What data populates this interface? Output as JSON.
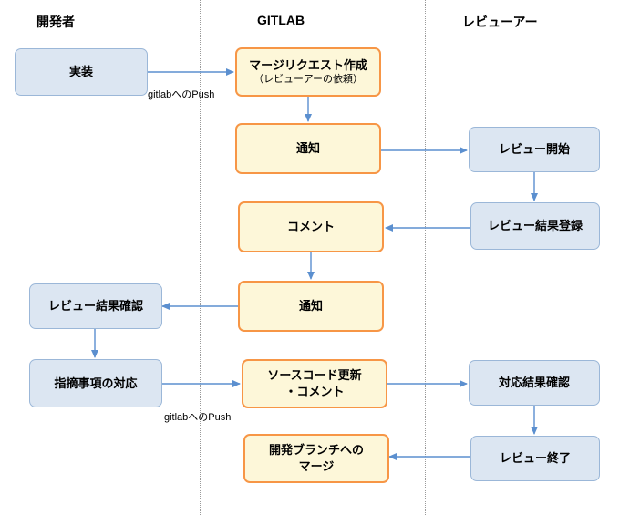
{
  "lanes": {
    "developer": "開発者",
    "gitlab": "GITLAB",
    "reviewer": "レビューアー"
  },
  "nodes": {
    "implement": "実装",
    "create_mr": "マージリクエスト作成",
    "create_mr_sub": "（レビューアーの依頼）",
    "notify1": "通知",
    "review_start": "レビュー開始",
    "comment": "コメント",
    "review_register": "レビュー結果登録",
    "review_confirm": "レビュー結果確認",
    "notify2": "通知",
    "address_items": "指摘事項の対応",
    "update_line1": "ソースコード更新",
    "update_line2": "・コメント",
    "confirm_response": "対応結果確認",
    "merge_line1": "開発ブランチへの",
    "merge_line2": "マージ",
    "review_end": "レビュー終了"
  },
  "edge_labels": {
    "push1": "gitlabへのPush",
    "push2": "gitlabへのPush"
  },
  "colors": {
    "blue_fill": "#dce6f2",
    "blue_border": "#9bb7d8",
    "orange_fill": "#fdf7d9",
    "orange_border": "#f79646",
    "arrow": "#5b8fcf"
  }
}
